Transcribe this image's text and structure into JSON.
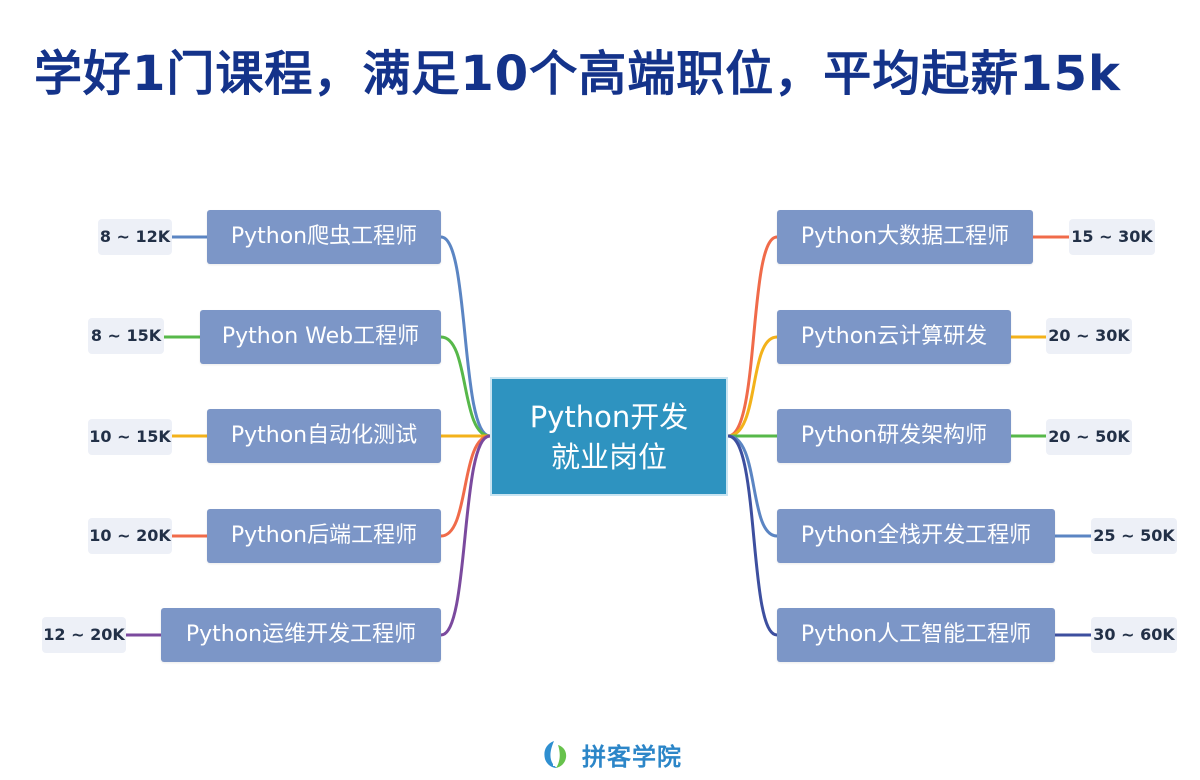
{
  "headline": "学好1门课程，满足10个高端职位，平均起薪15k",
  "center": {
    "line1": "Python开发",
    "line2": "就业岗位"
  },
  "left_jobs": [
    {
      "title": "Python爬虫工程师",
      "salary": "8 ~ 12K",
      "color": "#5b85c3"
    },
    {
      "title": "Python Web工程师",
      "salary": "8 ~ 15K",
      "color": "#57b84a"
    },
    {
      "title": "Python自动化测试",
      "salary": "10 ~ 15K",
      "color": "#f3b21b"
    },
    {
      "title": "Python后端工程师",
      "salary": "10 ~ 20K",
      "color": "#f06b4a"
    },
    {
      "title": "Python运维开发工程师",
      "salary": "12 ~ 20K",
      "color": "#7b4a9e"
    }
  ],
  "right_jobs": [
    {
      "title": "Python大数据工程师",
      "salary": "15 ~ 30K",
      "color": "#f06b4a"
    },
    {
      "title": "Python云计算研发",
      "salary": "20 ~ 30K",
      "color": "#f3b21b"
    },
    {
      "title": "Python研发架构师",
      "salary": "20 ~ 50K",
      "color": "#57b84a"
    },
    {
      "title": "Python全栈开发工程师",
      "salary": "25 ~ 50K",
      "color": "#5b85c3"
    },
    {
      "title": "Python人工智能工程师",
      "salary": "30 ~ 60K",
      "color": "#3d4f9f"
    }
  ],
  "logo": {
    "text": "拼客学院",
    "icon": "leaf-logo-icon",
    "colors": [
      "#2f8fd0",
      "#67c24c"
    ]
  }
}
